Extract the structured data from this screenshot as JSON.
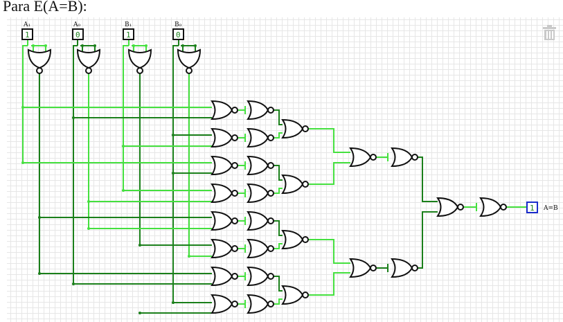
{
  "title": "Para E(A=B):",
  "inputs": [
    {
      "label": "A₁",
      "value": "1"
    },
    {
      "label": "A₀",
      "value": "0"
    },
    {
      "label": "B₁",
      "value": "1"
    },
    {
      "label": "B₀",
      "value": "0"
    }
  ],
  "output": {
    "label": "A=B",
    "value": "1"
  },
  "icons": {
    "trash": "trash-icon"
  },
  "colors": {
    "wire_on": "#44e03e",
    "wire_off": "#1a7f1a",
    "gate": "#111111",
    "output_border": "#1a2ccc",
    "grid": "#e6e6e6"
  }
}
